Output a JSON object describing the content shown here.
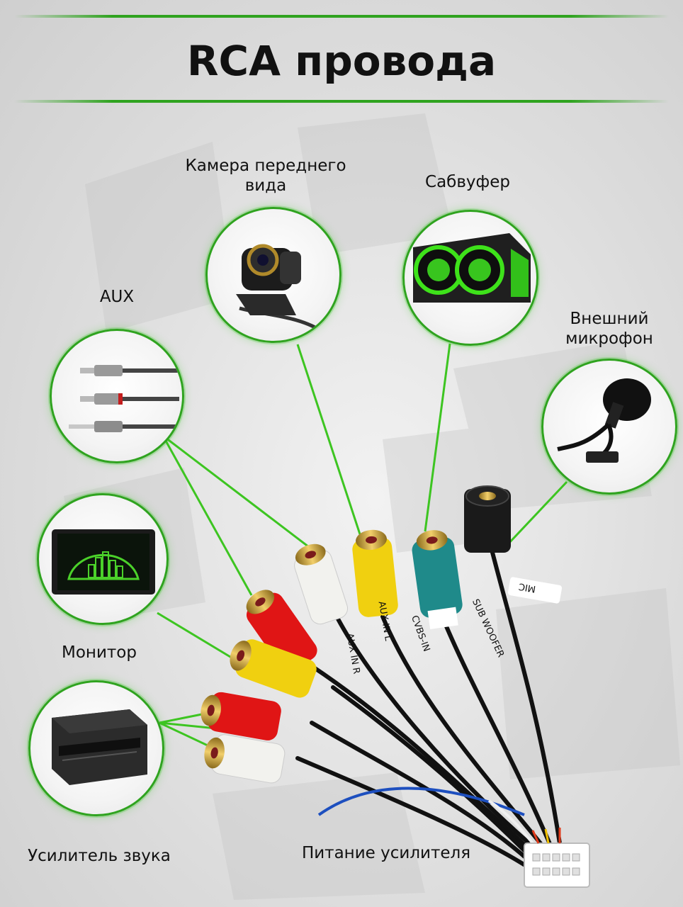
{
  "title": "RCA провода",
  "labels": {
    "front_camera_line1": "Камера переднего",
    "front_camera_line2": "вида",
    "subwoofer": "Сабвуфер",
    "aux": "AUX",
    "external_mic_line1": "Внешний",
    "external_mic_line2": "микрофон",
    "monitor": "Монитор",
    "amplifier": "Усилитель звука",
    "amp_power": "Питание усилителя"
  },
  "cable_tags": {
    "mic": "MIC",
    "sub_woofer": "SUB WOOFER",
    "cvbs_in": "CVBS-IN",
    "aux_in_l": "AUX IN L",
    "aux_in_r": "AUX IN R"
  },
  "colors": {
    "accent_green": "#2fa31f",
    "rca_red": "#e01515",
    "rca_white": "#f2f2ee",
    "rca_yellow": "#f0d010",
    "rca_teal": "#1f8a8a",
    "wire_blue": "#1d4fbf"
  }
}
